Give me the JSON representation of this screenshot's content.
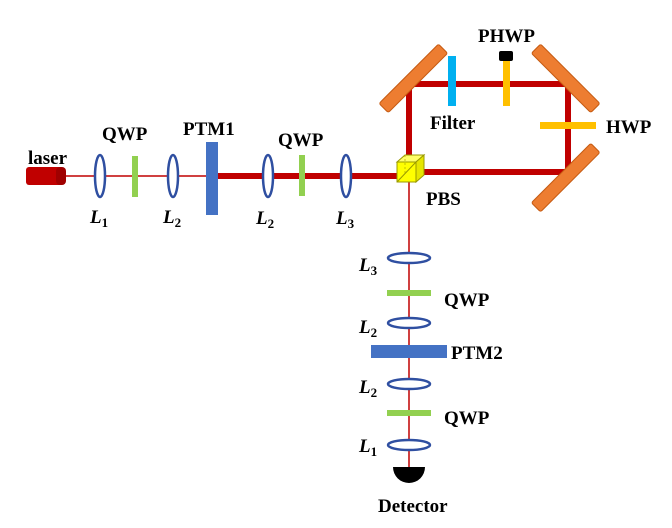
{
  "labels": {
    "laser": "laser",
    "qwp": "QWP",
    "ptm1": "PTM1",
    "ptm2": "PTM2",
    "filter": "Filter",
    "phwp": "PHWP",
    "hwp": "HWP",
    "pbs": "PBS",
    "detector": "Detector"
  },
  "lens_labels": {
    "l1": {
      "base": "L",
      "sub": "1"
    },
    "l2": {
      "base": "L",
      "sub": "2"
    },
    "l3": {
      "base": "L",
      "sub": "3"
    }
  },
  "colors": {
    "beam": "#c00000",
    "laser_body": "#c00000",
    "lens_outline": "#2f4fa1",
    "qwp": "#92d050",
    "ptm": "#4472c4",
    "mirror": "#ed7d31",
    "mirror_edge": "#c55a11",
    "filter": "#00b0f0",
    "waveplate": "#ffc000",
    "pbs": "#ffff00",
    "detector": "#000000"
  }
}
